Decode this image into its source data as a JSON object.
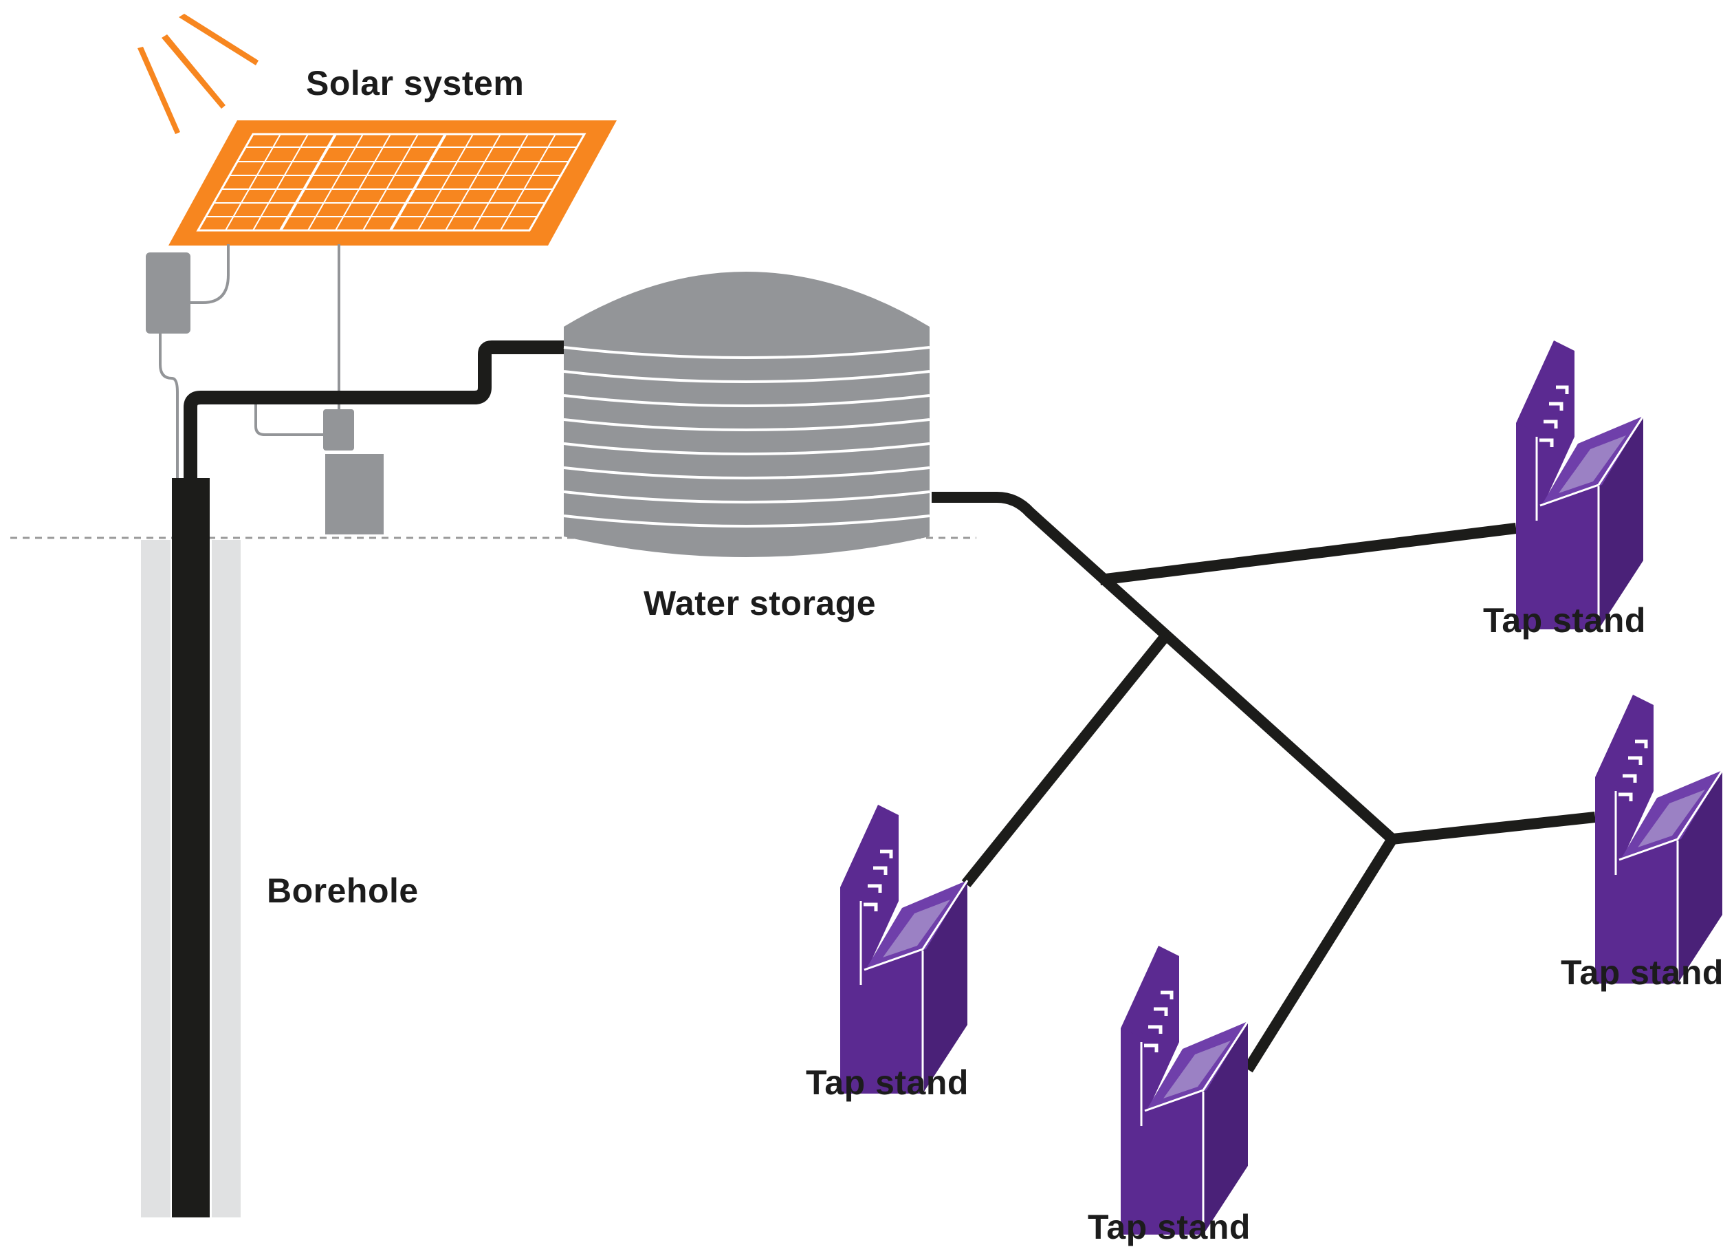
{
  "labels": {
    "solar_system": "Solar system",
    "water_storage": "Water storage",
    "borehole": "Borehole",
    "tap_stand_1": "Tap stand",
    "tap_stand_2": "Tap stand",
    "tap_stand_3": "Tap stand",
    "tap_stand_4": "Tap stand"
  },
  "colors": {
    "solar_panel": "#f7861f",
    "sun_rays": "#f7861f",
    "pipe": "#1c1c1a",
    "equipment_gray": "#939598",
    "borehole_casing": "#e0e1e2",
    "tap_stand_purple": "#5b2a91",
    "tap_stand_light": "#9b81c4",
    "ground_line": "#9a9a9a"
  },
  "icons": {
    "sun": "sun-rays-icon",
    "panel": "solar-panel-icon",
    "tank": "water-tank-icon",
    "tap": "tap-stand-icon"
  }
}
